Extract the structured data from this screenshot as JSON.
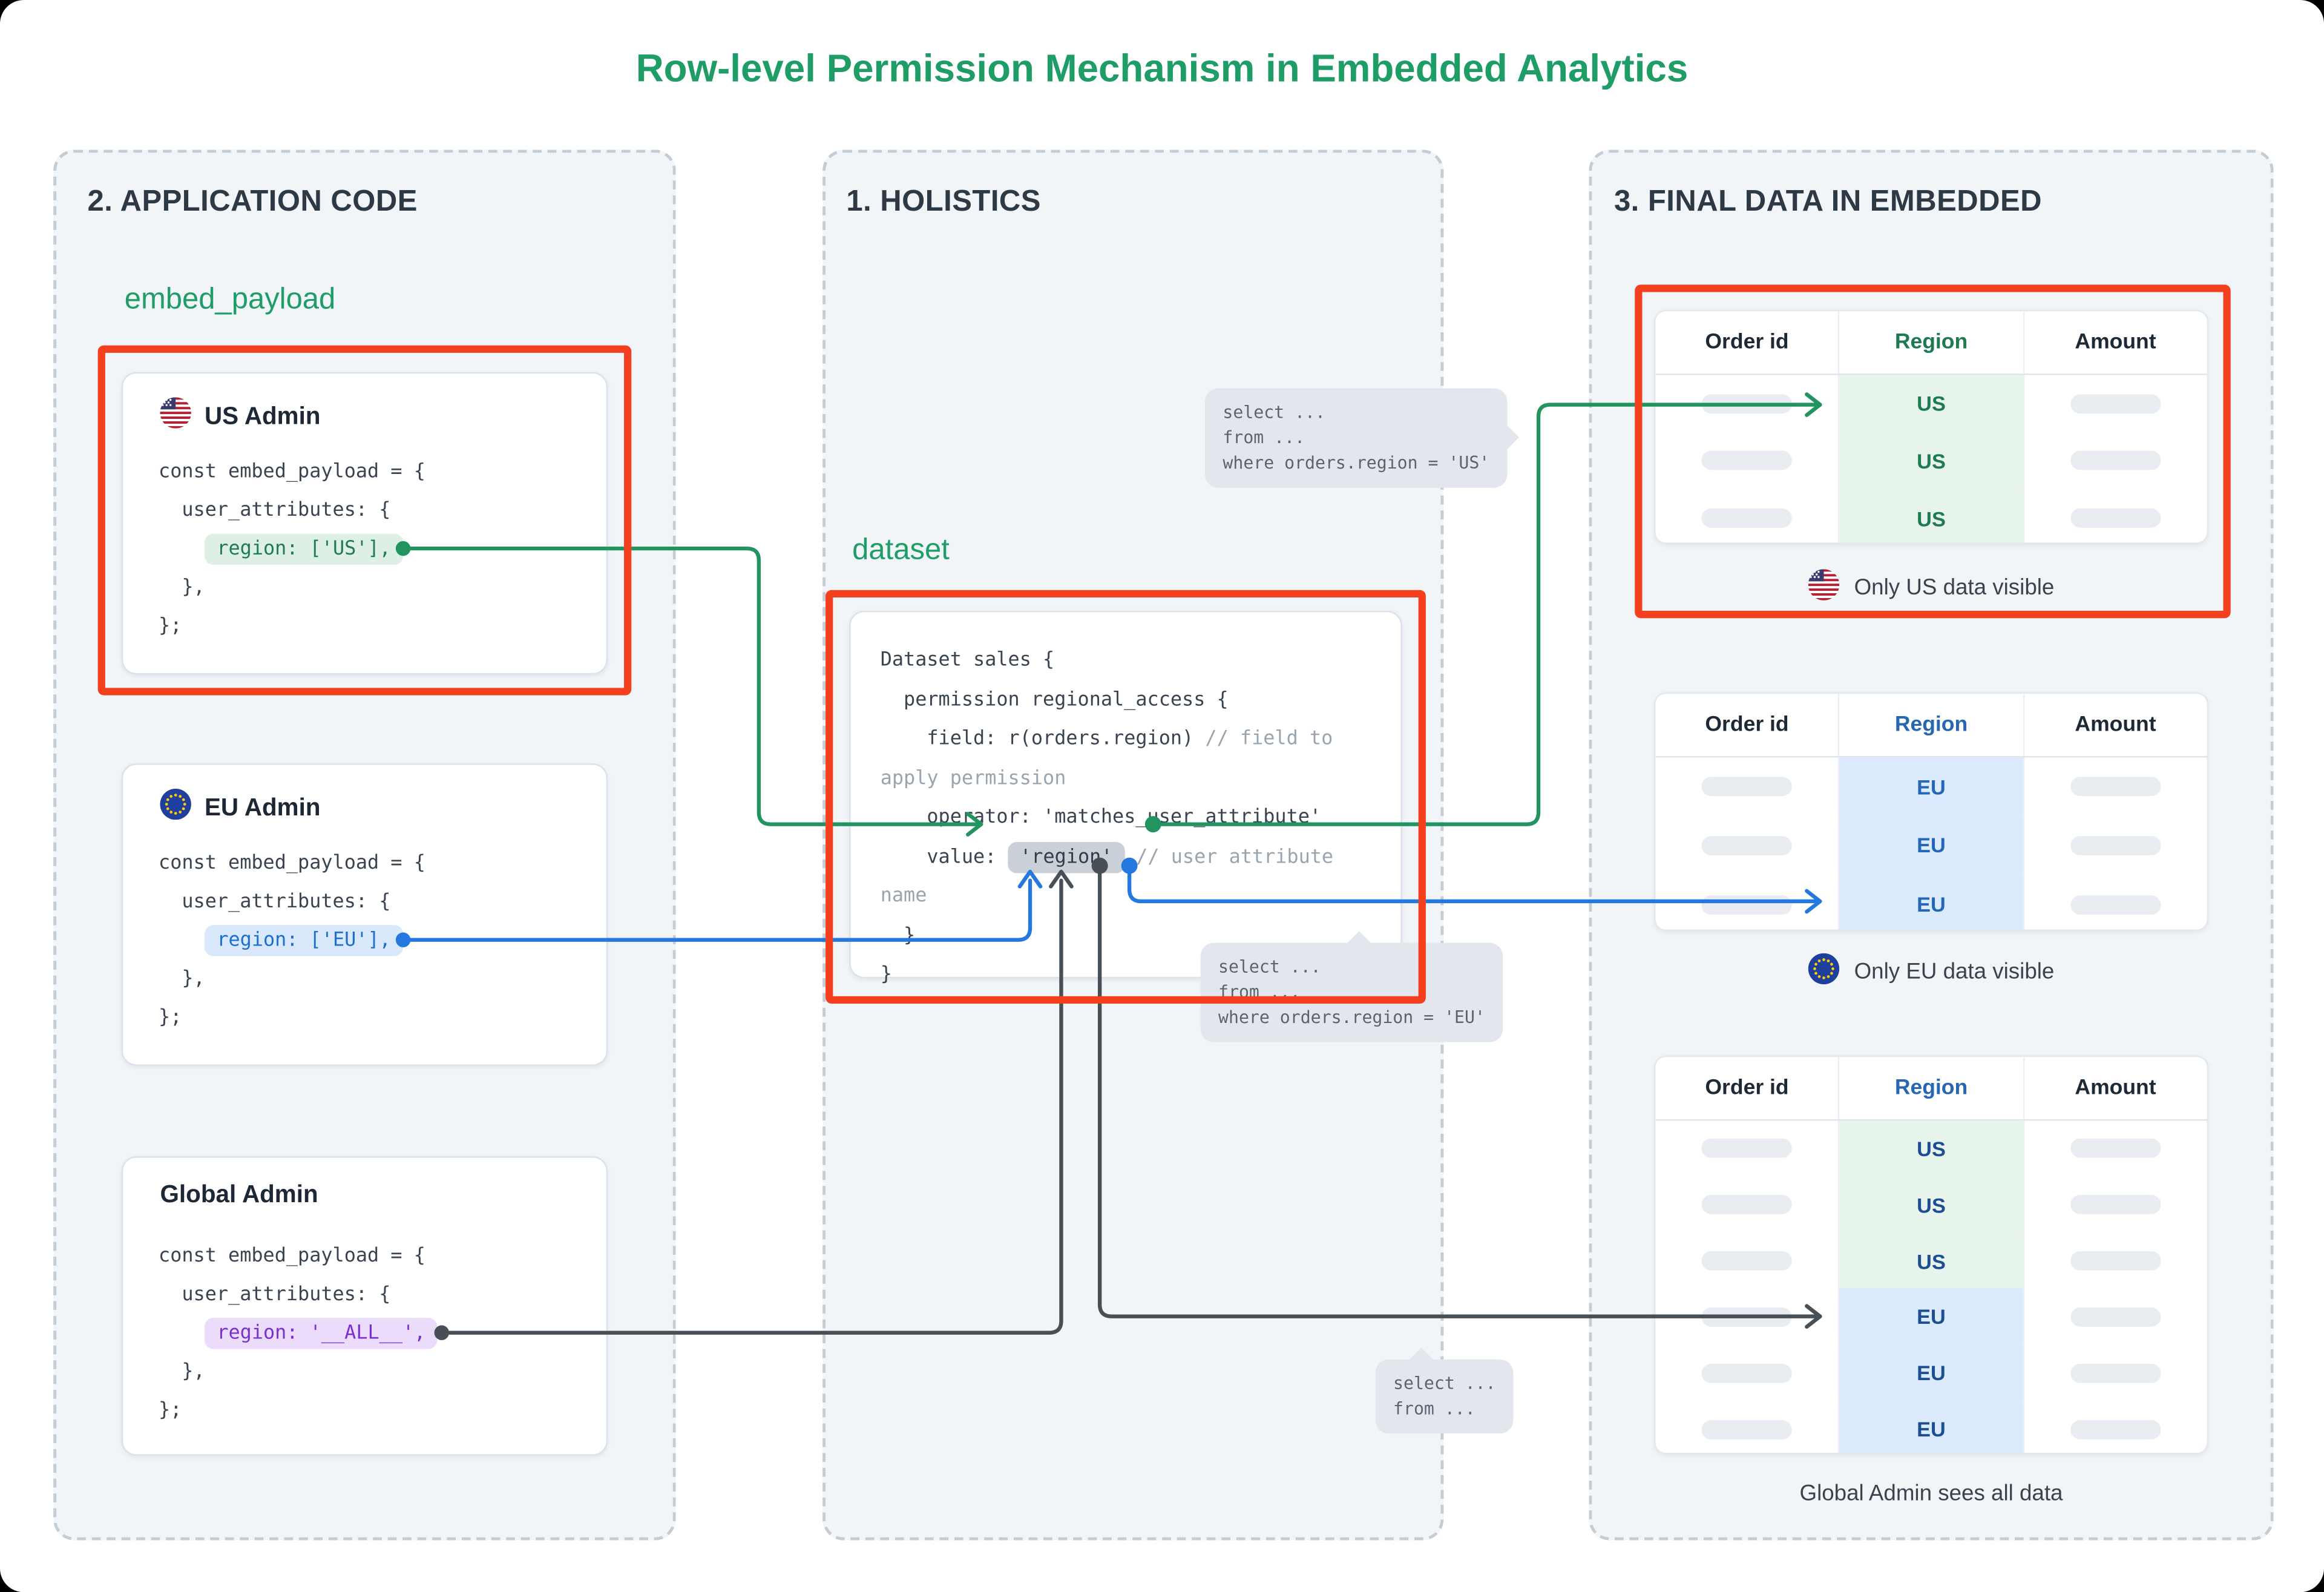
{
  "title": "Row-level Permission Mechanism in Embedded Analytics",
  "colors": {
    "accent_green": "#1f9d66",
    "accent_blue": "#2478e0",
    "accent_dark": "#474f57",
    "frame_red": "#f4401f",
    "panel_bg": "#f1f5f8",
    "tooltip_bg": "#e3e7ed"
  },
  "left_panel": {
    "header": "2. APPLICATION CODE",
    "section_label": "embed_payload",
    "cards": [
      {
        "id": "us-admin",
        "title": "US Admin",
        "flag": "us",
        "theme": "green",
        "lines_before": [
          "const embed_payload = {",
          "  user_attributes: {"
        ],
        "highlight_indent": "    ",
        "highlight": "region: ['US'],",
        "lines_after": [
          "  },",
          "};"
        ]
      },
      {
        "id": "eu-admin",
        "title": "EU Admin",
        "flag": "eu",
        "theme": "blue",
        "lines_before": [
          "const embed_payload = {",
          "  user_attributes: {"
        ],
        "highlight_indent": "    ",
        "highlight": "region: ['EU'],",
        "lines_after": [
          "  },",
          "};"
        ]
      },
      {
        "id": "global-admin",
        "title": "Global Admin",
        "flag": null,
        "theme": "purple",
        "lines_before": [
          "const embed_payload = {",
          "  user_attributes: {"
        ],
        "highlight_indent": "    ",
        "highlight": "region: '__ALL__',",
        "lines_after": [
          "  },",
          "};"
        ]
      }
    ]
  },
  "middle_panel": {
    "header": "1. HOLISTICS",
    "section_label": "dataset",
    "code": [
      [
        {
          "t": "Dataset sales {"
        }
      ],
      [
        {
          "t": "  permission regional_access {"
        }
      ],
      [
        {
          "t": "    field: r(orders.region) "
        },
        {
          "c": "// field to"
        }
      ],
      [
        {
          "c": "apply permission"
        }
      ],
      [
        {
          "t": "    operator: 'matches_user_attribute'"
        }
      ],
      [
        {
          "t": "    value: "
        },
        {
          "chip": "'region'"
        },
        {
          "c": " // user attribute"
        }
      ],
      [
        {
          "c": "name"
        }
      ],
      [
        {
          "t": "  }"
        }
      ],
      [
        {
          "t": "}"
        }
      ]
    ]
  },
  "right_panel": {
    "header": "3. FINAL DATA IN EMBEDDED",
    "tables": [
      {
        "id": "us-table",
        "columns": [
          "Order id",
          "Region",
          "Amount"
        ],
        "rows": [
          "US",
          "US",
          "US"
        ],
        "theme": "us",
        "caption": "Only US data visible",
        "caption_flag": "us"
      },
      {
        "id": "eu-table",
        "columns": [
          "Order id",
          "Region",
          "Amount"
        ],
        "rows": [
          "EU",
          "EU",
          "EU"
        ],
        "theme": "eu",
        "caption": "Only EU data visible",
        "caption_flag": "eu"
      },
      {
        "id": "global-table",
        "columns": [
          "Order id",
          "Region",
          "Amount"
        ],
        "rows": [
          "US",
          "US",
          "US",
          "EU",
          "EU",
          "EU"
        ],
        "theme": "mixed",
        "caption": "Global Admin sees all data",
        "caption_flag": null
      }
    ]
  },
  "tooltips": [
    {
      "id": "sql-us",
      "lines": [
        "select ...",
        "from ...",
        "where orders.region = 'US'"
      ]
    },
    {
      "id": "sql-eu",
      "lines": [
        "select ...",
        "from ...",
        "where orders.region = 'EU'"
      ]
    },
    {
      "id": "sql-generic",
      "lines": [
        "select ...",
        "from ..."
      ]
    }
  ]
}
